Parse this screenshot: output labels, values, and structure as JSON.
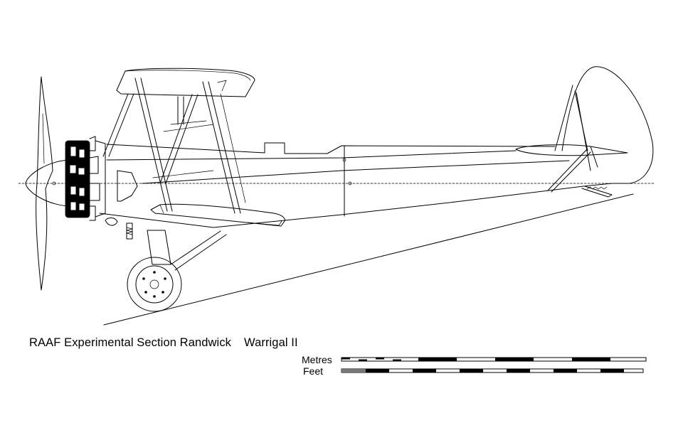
{
  "caption": {
    "organisation": "RAAF Experimental Section Randwick",
    "aircraft": "Warrigal II"
  },
  "scale": {
    "metres_label": "Metres",
    "feet_label": "Feet"
  },
  "colors": {
    "line": "#000000",
    "background": "#ffffff"
  }
}
